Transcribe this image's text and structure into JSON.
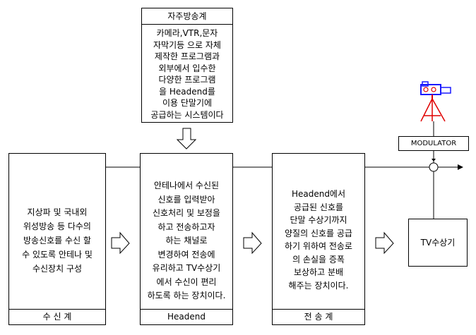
{
  "self_broadcast": {
    "title": "자주방송계",
    "body": "카메라,VTR,문자\n자막기등 으로 자체\n제작한 프로그램과\n외부에서 입수한\n다양한 프로그램\n을 Headend를\n이용 단말기에\n공급하는 시스템이다"
  },
  "reception": {
    "body": "지상파 및 국내외\n위성방송 등 다수의\n방송신호를 수신 할\n수 있도록 안테나 및\n수신장치 구성",
    "footer": "수  신  계"
  },
  "headend": {
    "body": "안테나에서 수신된\n신호를 입력받아\n신호처리 및 보정을\n하고 전송하고자\n하는 채널로\n변경하여 전송에\n유리하고 TV수상기\n에서 수신이 편리\n하도록 하는 장치이다.",
    "footer": "Headend"
  },
  "transmission": {
    "body": "Headend에서\n공급된 신호를\n단말 수상기까지\n양질의 신호를 공급\n하기 위하여 전송로\n의 손실을 증폭\n보상하고 분배\n해주는 장치이다.",
    "footer": "전  송  계"
  },
  "modulator": {
    "label": "MODULATOR"
  },
  "tv": {
    "label": "TV수상기"
  },
  "colors": {
    "camera_blue": "#1a1aff",
    "camera_red": "#e00000"
  }
}
